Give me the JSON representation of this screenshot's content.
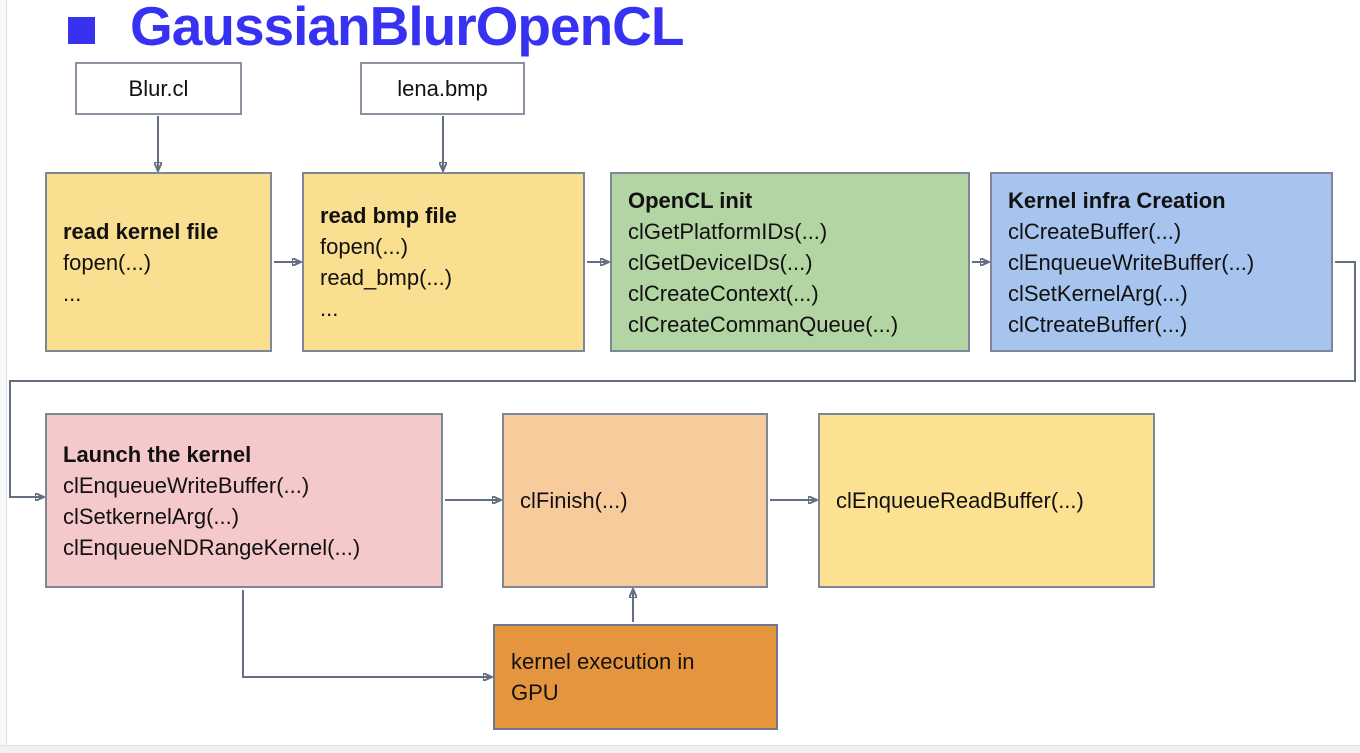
{
  "title": {
    "bullet_icon": "square-bullet",
    "text": "GaussianBlurOpenCL"
  },
  "colors": {
    "title_blue": "#3732f2",
    "box_yellow": "#fbdf90",
    "box_green": "#b3d4a3",
    "box_blue": "#a7c4ef",
    "box_pink": "#f5c9ca",
    "box_peach": "#f8cb9c",
    "box_yellow_light": "#fce192",
    "box_dark_orange": "#e6953f",
    "border_gray": "#7d8798",
    "arrow_gray": "#646e82"
  },
  "boxes": {
    "blur_cl": {
      "label": "Blur.cl"
    },
    "lena_bmp": {
      "label": "lena.bmp"
    },
    "read_kernel": {
      "title": "read kernel file",
      "lines": [
        "fopen(...)",
        "..."
      ]
    },
    "read_bmp": {
      "title": "read bmp file",
      "lines": [
        "fopen(...)",
        "read_bmp(...)",
        "..."
      ]
    },
    "opencl_init": {
      "title": "OpenCL init",
      "lines": [
        "clGetPlatformIDs(...)",
        "clGetDeviceIDs(...)",
        "clCreateContext(...)",
        "clCreateCommanQueue(...)"
      ]
    },
    "kernel_infra": {
      "title": "Kernel infra Creation",
      "lines": [
        "clCreateBuffer(...)",
        "clEnqueueWriteBuffer(...)",
        "clSetKernelArg(...)",
        "clCtreateBuffer(...)"
      ]
    },
    "launch_kernel": {
      "title": "Launch the kernel",
      "lines": [
        "clEnqueueWriteBuffer(...)",
        "clSetkernelArg(...)",
        "clEnqueueNDRangeKernel(...)"
      ]
    },
    "cl_finish": {
      "label": "clFinish(...)"
    },
    "read_buffer": {
      "label": "clEnqueueReadBuffer(...)"
    },
    "gpu_exec": {
      "line1": "kernel execution in",
      "line2": "GPU"
    }
  }
}
